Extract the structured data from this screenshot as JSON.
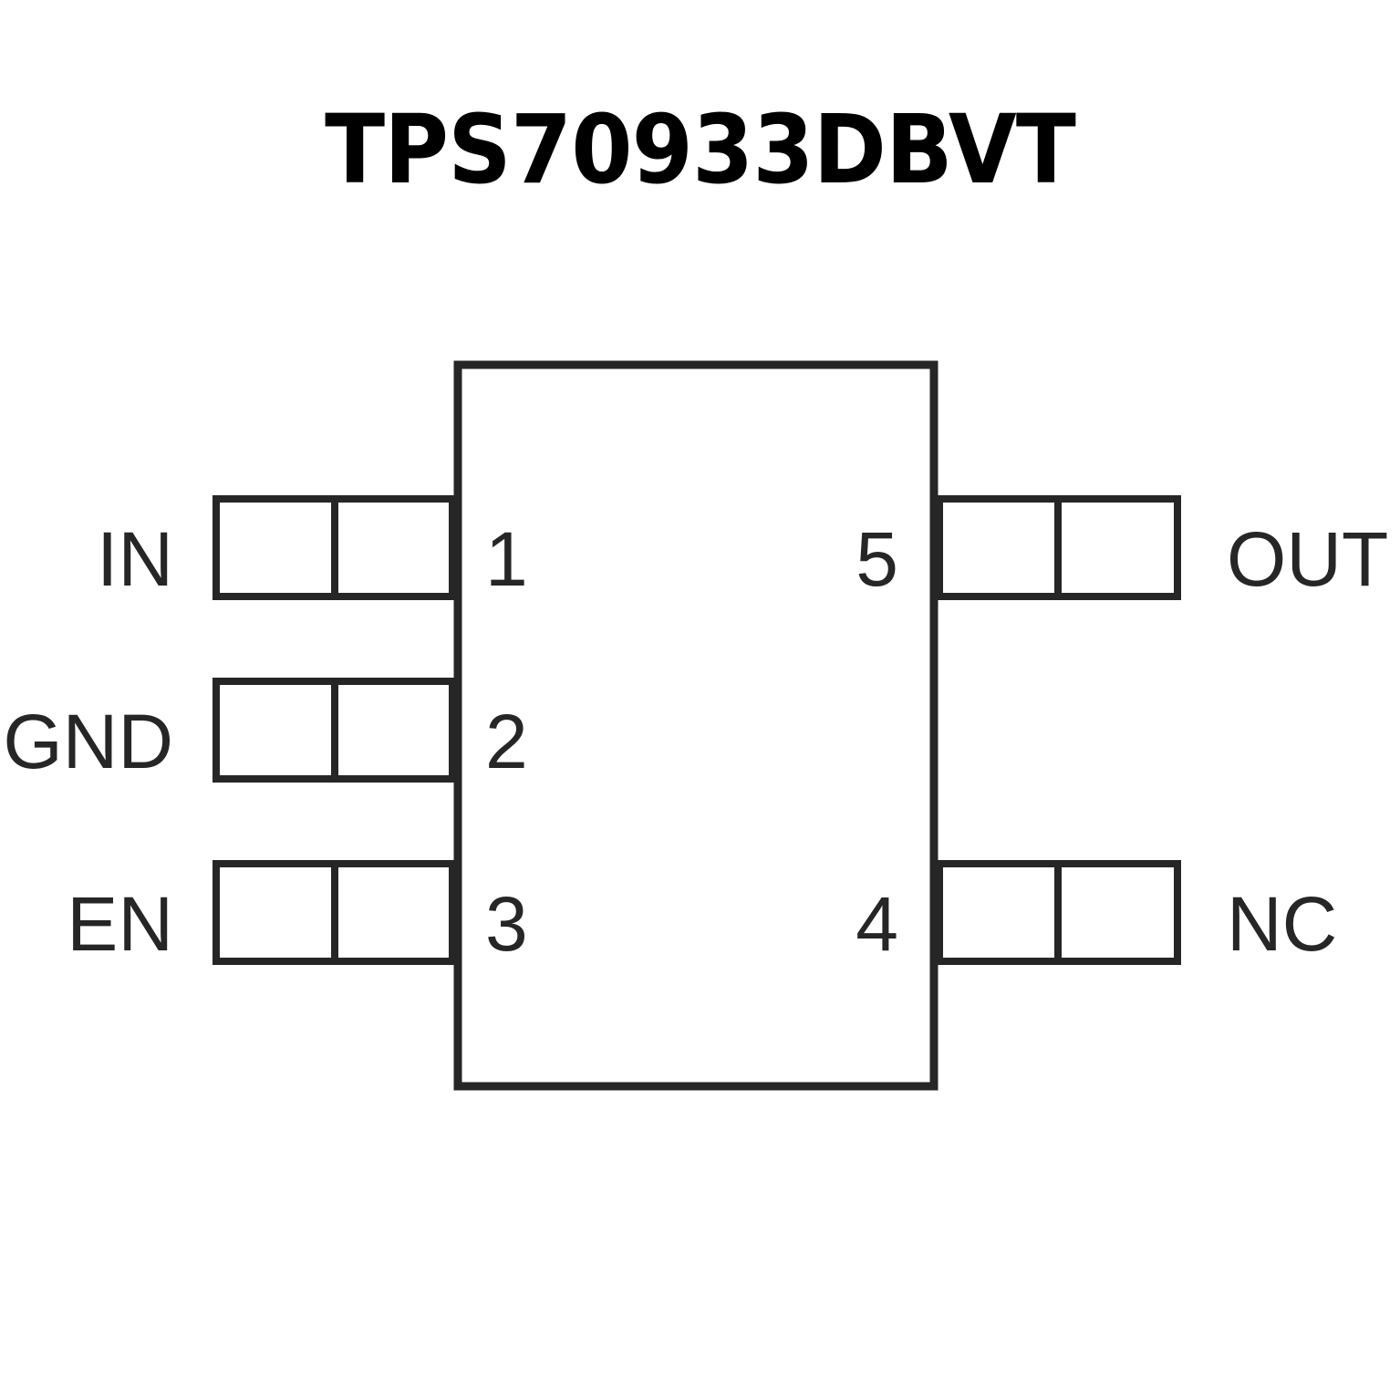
{
  "title": "TPS70933DBVT",
  "colors": {
    "title_text": "#000000",
    "stroke": "#262626",
    "label_text": "#262626",
    "background": "#ffffff",
    "body_fill": "#ffffff"
  },
  "package": {
    "outline_shape": "rectangle",
    "pin_count": 5,
    "pin_style": "two-cell-lead"
  },
  "pins": {
    "left": [
      {
        "number": "1",
        "label": "IN"
      },
      {
        "number": "2",
        "label": "GND"
      },
      {
        "number": "3",
        "label": "EN"
      }
    ],
    "right": [
      {
        "number": "5",
        "label": "OUT"
      },
      {
        "number": "4",
        "label": "NC"
      }
    ]
  }
}
